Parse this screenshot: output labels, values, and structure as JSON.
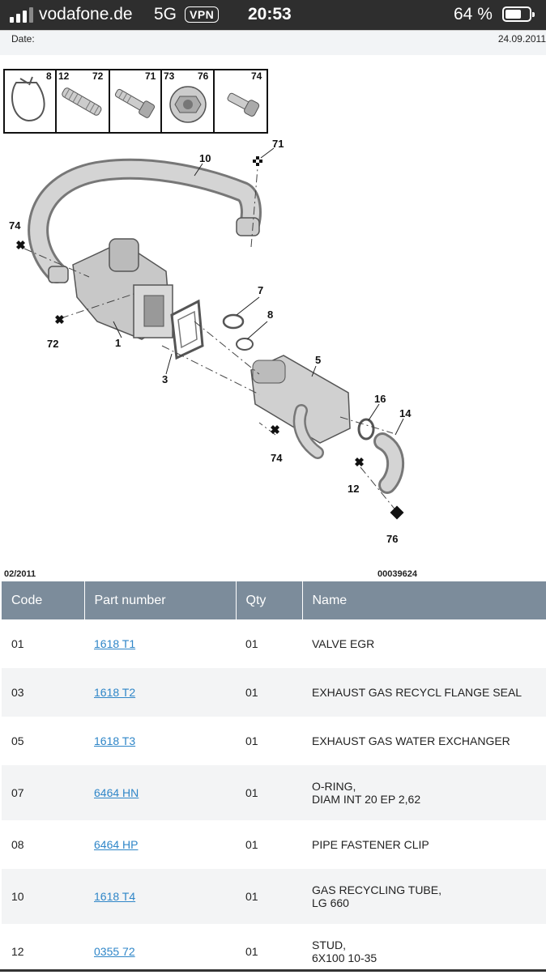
{
  "status_bar": {
    "carrier": "vodafone.de",
    "network": "5G",
    "vpn": "VPN",
    "time": "20:53",
    "battery": "64 %",
    "battery_level": 0.64
  },
  "header": {
    "date_label": "Date:",
    "date_value": "24.09.2011"
  },
  "diagram": {
    "legend_numbers": [
      "8",
      "12",
      "72",
      "71",
      "73",
      "76",
      "74"
    ],
    "callouts": [
      "10",
      "71",
      "74",
      "72",
      "1",
      "3",
      "7",
      "8",
      "5",
      "16",
      "14",
      "74",
      "12",
      "76"
    ],
    "date_code": "02/2011",
    "drawing_number": "00039624"
  },
  "table": {
    "columns": [
      "Code",
      "Part number",
      "Qty",
      "Name"
    ],
    "rows": [
      {
        "code": "01",
        "part": "1618 T1",
        "qty": "01",
        "name1": "VALVE EGR",
        "name2": ""
      },
      {
        "code": "03",
        "part": "1618 T2",
        "qty": "01",
        "name1": "EXHAUST GAS RECYCL FLANGE SEAL",
        "name2": ""
      },
      {
        "code": "05",
        "part": "1618 T3",
        "qty": "01",
        "name1": "EXHAUST GAS WATER EXCHANGER",
        "name2": ""
      },
      {
        "code": "07",
        "part": "6464 HN",
        "qty": "01",
        "name1": "O-RING,",
        "name2": "DIAM INT 20 EP 2,62"
      },
      {
        "code": "08",
        "part": "6464 HP",
        "qty": "01",
        "name1": "PIPE FASTENER CLIP",
        "name2": ""
      },
      {
        "code": "10",
        "part": "1618 T4",
        "qty": "01",
        "name1": "GAS RECYCLING TUBE,",
        "name2": "LG 660"
      },
      {
        "code": "12",
        "part": "0355 72",
        "qty": "01",
        "name1": "STUD,",
        "name2": "6X100 10-35"
      }
    ]
  }
}
